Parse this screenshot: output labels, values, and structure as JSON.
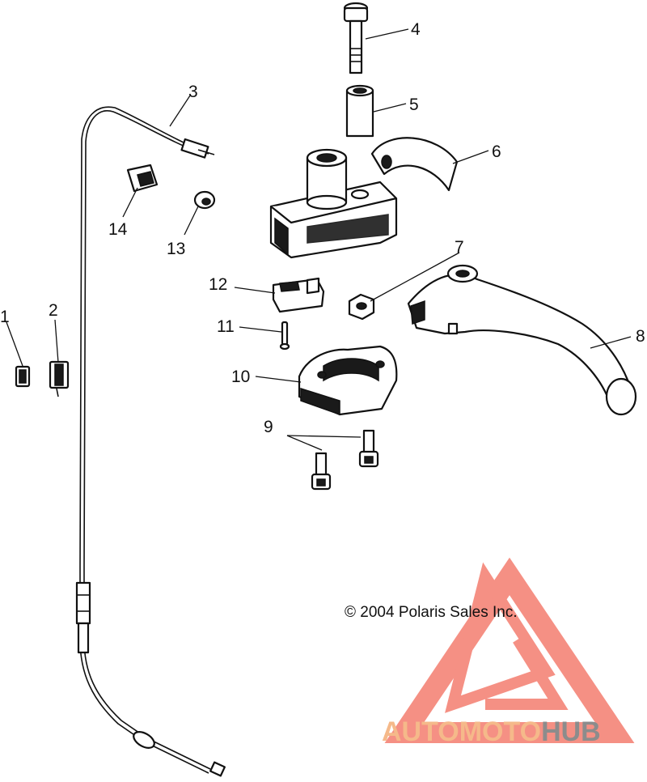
{
  "callouts": [
    "1",
    "2",
    "3",
    "4",
    "5",
    "6",
    "7",
    "8",
    "9",
    "10",
    "11",
    "12",
    "13",
    "14"
  ],
  "copyright": "© 2004 Polaris Sales Inc.",
  "watermark": {
    "text_part1": "AUTOMOTO",
    "text_part2": "HUB",
    "color_part1": "#f5b98a",
    "color_part2": "#8c8c8c",
    "logo_color": "#f26b5b"
  }
}
